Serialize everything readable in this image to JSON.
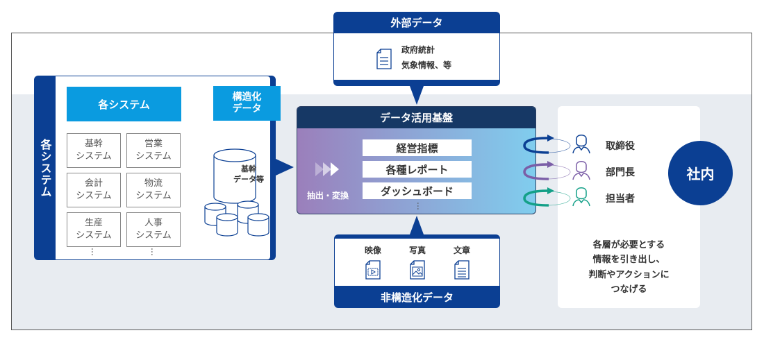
{
  "systems_panel": {
    "side_label": "各システム",
    "header_systems": "各システム",
    "header_structured": "構造化\nデータ",
    "systems": [
      "基幹\nシステム",
      "営業\nシステム",
      "会計\nシステム",
      "物流\nシステム",
      "生産\nシステム",
      "人事\nシステム"
    ],
    "more": "…",
    "database_label": "基幹\nデータ等"
  },
  "external_data": {
    "title": "外部データ",
    "line1": "政府統計",
    "line2": "気象情報、等"
  },
  "platform": {
    "title": "データ活用基盤",
    "etl_label": "抽出・変換",
    "items": [
      "経営指標",
      "各種レポート",
      "ダッシュボード"
    ],
    "more": "…"
  },
  "unstructured_data": {
    "title": "非構造化データ",
    "items": [
      {
        "label": "映像",
        "icon": "video-file-icon"
      },
      {
        "label": "写真",
        "icon": "image-file-icon"
      },
      {
        "label": "文章",
        "icon": "document-icon"
      }
    ]
  },
  "roles": [
    {
      "label": "取締役",
      "color": "#0b3f93"
    },
    {
      "label": "部門長",
      "color": "#7b5ea7"
    },
    {
      "label": "担当者",
      "color": "#14a088"
    }
  ],
  "company": {
    "label": "社内",
    "description": "各層が必要とする\n情報を引き出し、\n判断やアクションに\nつなげる"
  },
  "colors": {
    "navy": "#0b3f93",
    "sky": "#0a9be0",
    "platform_header": "#163865",
    "band": "#e8ecf1"
  }
}
